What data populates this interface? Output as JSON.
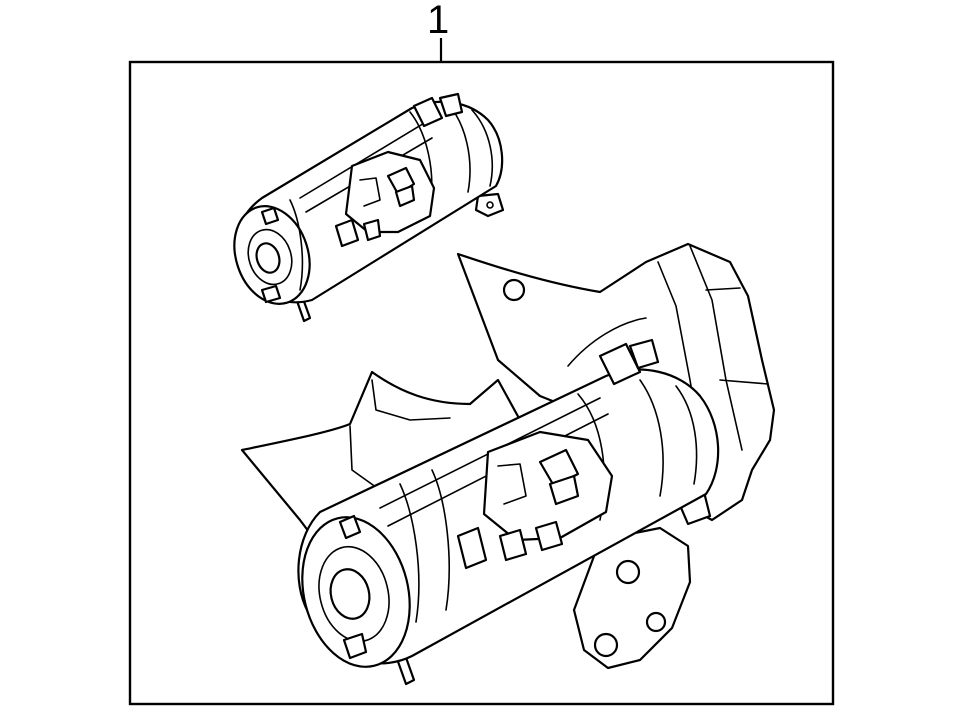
{
  "diagram": {
    "callouts": [
      {
        "number": "1"
      }
    ],
    "parts": [
      {
        "name": "starter-assembly-detail",
        "icon": "starter-motor-icon"
      },
      {
        "name": "starter-assembly-installed",
        "icon": "starter-motor-with-bracket-icon"
      }
    ],
    "colors": {
      "line": "#000000",
      "background": "#ffffff"
    }
  }
}
